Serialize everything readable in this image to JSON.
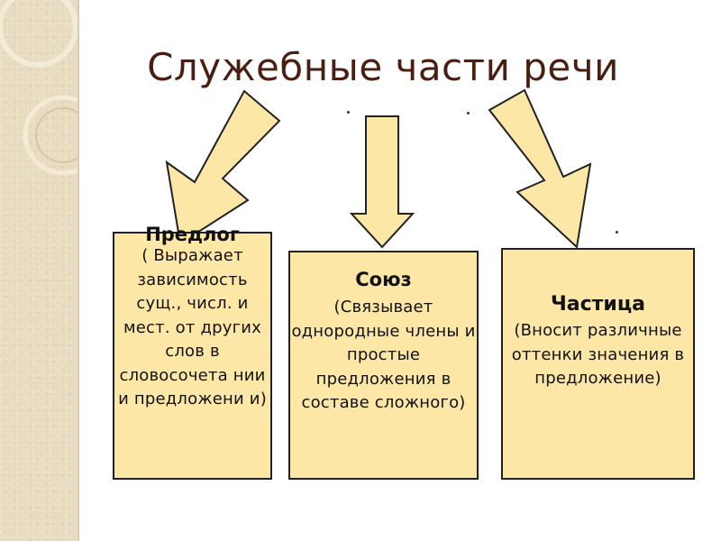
{
  "title": "Служебные части речи",
  "boxes": [
    {
      "head": "Предлог",
      "body": "( Выражает зависимость сущ., числ. и мест. от других слов в словосочета нии и предложени и)"
    },
    {
      "head": "Союз",
      "body": "(Связывает однородные члены и простые предложения в составе сложного)"
    },
    {
      "head": "Частица",
      "body": "(Вносит различные оттенки значения в предложение)"
    }
  ],
  "colors": {
    "box_fill": "#fde7a7",
    "arrow_fill": "#fde7a7",
    "title": "#4a1f12",
    "sidebar": "#e8dcc0"
  }
}
